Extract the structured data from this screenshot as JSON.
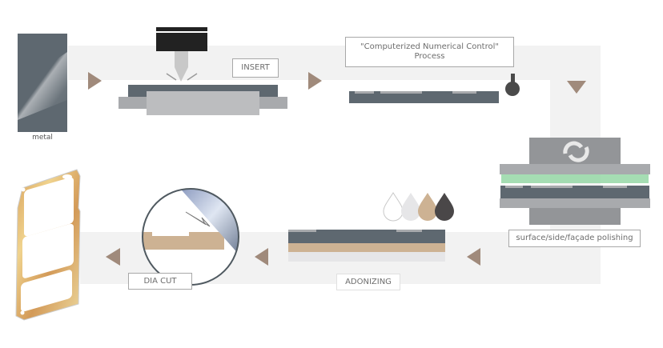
{
  "steps": {
    "metal": "metal",
    "insert": "INSERT",
    "cnc_line1": "\"Computerized Numerical Control\"",
    "cnc_line2": "Process",
    "polishing": "surface/side/façade polishing",
    "anodizing": "ADONIZING",
    "dia_cut": "DIA CUT"
  },
  "colors": {
    "track": "#f2f2f2",
    "arrow": "#a08a7b",
    "metal": "#5e6870",
    "gold": "#cdb293",
    "green": "#8fd4a0"
  },
  "icons": [
    "metal-block-icon",
    "insert-drill-icon",
    "cnc-plate-icon",
    "polishing-machine-icon",
    "dye-drops-icon",
    "anodized-plate-icon",
    "dia-cut-magnifier-icon",
    "phone-frame-icon"
  ]
}
